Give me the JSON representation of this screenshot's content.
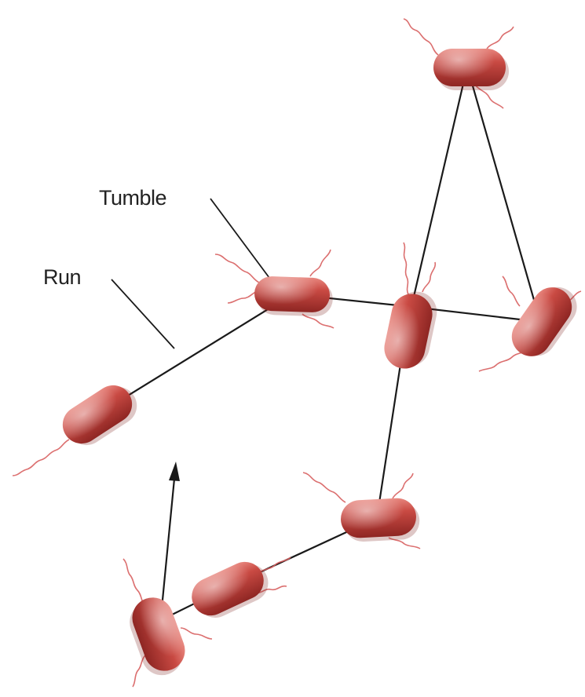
{
  "labels": {
    "tumble": "Tumble",
    "run": "Run"
  },
  "colors": {
    "cell_body": "#c0453f",
    "cell_highlight": "#e8877f",
    "cell_shadow": "#7a1f1c",
    "flagella": "#d05a5a",
    "path_line": "#1a1a1a",
    "label_text": "#222222"
  },
  "icons": [
    "bacterium-cell",
    "flagellum",
    "direction-arrow"
  ]
}
